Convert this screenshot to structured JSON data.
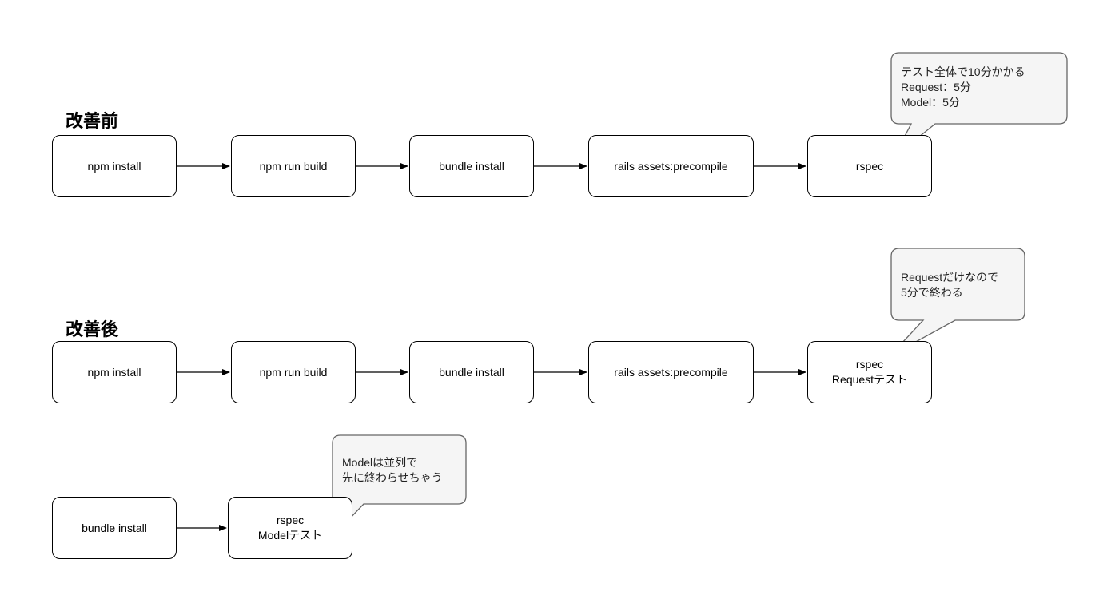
{
  "before": {
    "title": "改善前",
    "steps": [
      "npm install",
      "npm run build",
      "bundle install",
      "rails assets:precompile",
      "rspec"
    ],
    "note": "テスト全体で10分かかる\nRequest：5分\nModel：5分"
  },
  "after": {
    "title": "改善後",
    "steps": [
      "npm install",
      "npm run build",
      "bundle install",
      "rails assets:precompile",
      "rspec\nRequestテスト"
    ],
    "note": "Requestだけなので\n5分で終わる"
  },
  "parallel": {
    "steps": [
      "bundle install",
      "rspec\nModelテスト"
    ],
    "note": "Modelは並列で\n先に終わらせちゃう"
  },
  "colors": {
    "stroke": "#000000",
    "callout_fill": "#f5f5f5",
    "callout_stroke": "#666666"
  }
}
